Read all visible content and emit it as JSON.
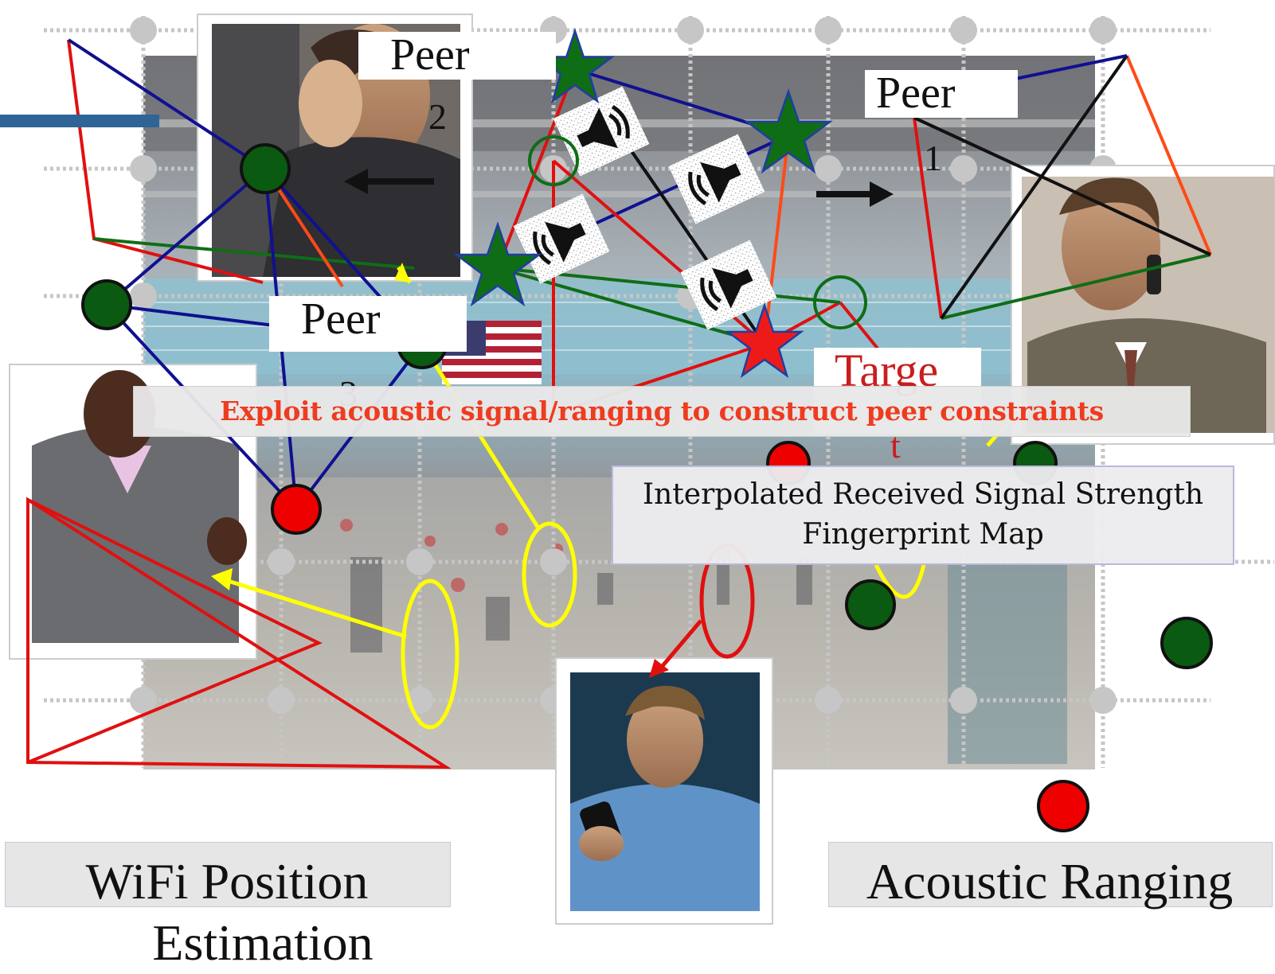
{
  "peers": {
    "peer1": {
      "label": "Peer",
      "number": "1"
    },
    "peer2": {
      "label": "Peer",
      "number": "2"
    },
    "peer3": {
      "label": "Peer",
      "number": "3"
    }
  },
  "target": {
    "label": "Targe",
    "tail": "t"
  },
  "banner_text": "Exploit acoustic signal/ranging to construct peer constraints",
  "rss_map": {
    "line1": "Interpolated Received Signal Strength",
    "line2": "Fingerprint Map"
  },
  "captions": {
    "wifi_line1": "WiFi Position",
    "wifi_line2": "Estimation",
    "acoustic": "Acoustic Ranging"
  },
  "colors": {
    "green_node": "#0a5a12",
    "red_node": "#ee0000",
    "grid_dot": "#c6c6c6",
    "red_line": "#e01010",
    "blue_line": "#101090",
    "yellow": "#ffff00",
    "banner_text": "#ef3b1f",
    "target_text": "#c81e1e"
  },
  "icons": [
    "speaker-icon",
    "star-icon",
    "arrow-icon"
  ]
}
